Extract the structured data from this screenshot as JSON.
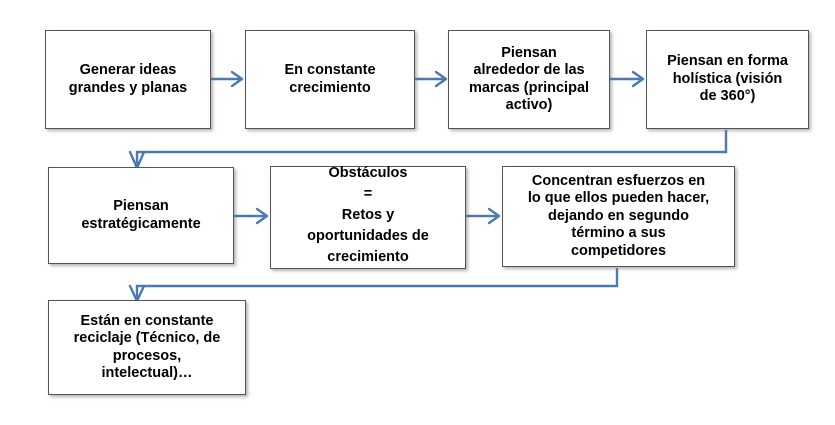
{
  "diagram": {
    "title_text": "",
    "colors": {
      "node_fill": "#ffffff",
      "node_border": "#545454",
      "connector": "#4a7ab0",
      "text": "#000000",
      "background": "#ffffff"
    },
    "nodes": [
      {
        "id": "generar-ideas",
        "label": "Generar ideas\ngrandes y planas",
        "row": 1,
        "order": 1
      },
      {
        "id": "en-constante-crecimiento",
        "label": "En constante\ncrecimiento",
        "row": 1,
        "order": 2
      },
      {
        "id": "piensan-alrededor-marcas",
        "label": "Piensan\nalrededor de las\nmarcas (principal\nactivo)",
        "row": 1,
        "order": 3
      },
      {
        "id": "piensan-forma-holistica",
        "label": "Piensan en forma\nholística (visión\nde 360°)",
        "row": 1,
        "order": 4
      },
      {
        "id": "piensan-estrategicamente",
        "label": "Piensan\nestratégicamente",
        "row": 2,
        "order": 1
      },
      {
        "id": "obstaculos",
        "label": "Obstáculos\n=\nRetos y\noportunidades de\ncrecimiento",
        "row": 2,
        "order": 2
      },
      {
        "id": "concentran-esfuerzos",
        "label": "Concentran esfuerzos en\nlo que ellos pueden hacer,\ndejando en segundo\ntérmino a sus\ncompetidores",
        "row": 2,
        "order": 3
      },
      {
        "id": "constante-reciclaje",
        "label": "Están en constante\nreciclaje (Técnico, de\nprocesos,\nintelectual)…",
        "row": 3,
        "order": 1
      }
    ],
    "connectors": [
      {
        "id": "c1",
        "from": "generar-ideas",
        "to": "en-constante-crecimiento",
        "type": "straight-right"
      },
      {
        "id": "c2",
        "from": "en-constante-crecimiento",
        "to": "piensan-alrededor-marcas",
        "type": "straight-right"
      },
      {
        "id": "c3",
        "from": "piensan-alrededor-marcas",
        "to": "piensan-forma-holistica",
        "type": "straight-right"
      },
      {
        "id": "c4",
        "from": "piensan-forma-holistica",
        "to": "piensan-estrategicamente",
        "type": "elbow-wrap-down"
      },
      {
        "id": "c5",
        "from": "piensan-estrategicamente",
        "to": "obstaculos",
        "type": "straight-right"
      },
      {
        "id": "c6",
        "from": "obstaculos",
        "to": "concentran-esfuerzos",
        "type": "straight-right"
      },
      {
        "id": "c7",
        "from": "concentran-esfuerzos",
        "to": "constante-reciclaje",
        "type": "elbow-wrap-down"
      }
    ]
  }
}
